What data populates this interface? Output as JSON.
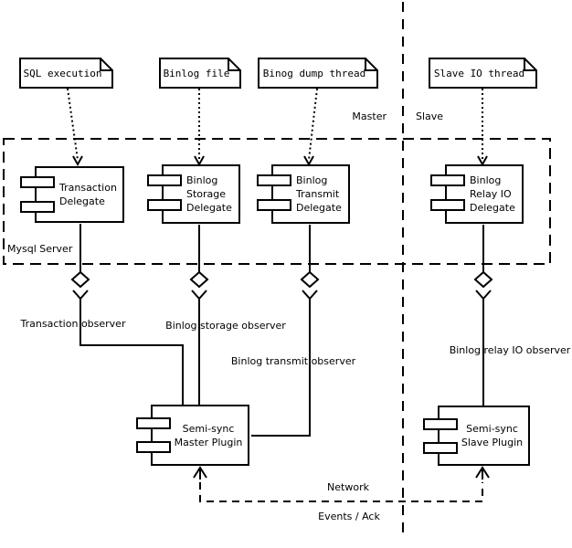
{
  "colors": {
    "ink": "#000000",
    "paper": "#ffffff"
  },
  "notes": [
    {
      "label": "SQL execution"
    },
    {
      "label": "Binlog file"
    },
    {
      "label": "Binog dump thread"
    },
    {
      "label": "Slave IO thread"
    }
  ],
  "sections": {
    "master_label": "Master",
    "slave_label": "Slave",
    "server_label": "Mysql Server"
  },
  "components": [
    {
      "label": "Transaction\nDelegate"
    },
    {
      "label": "Binlog\nStorage\nDelegate"
    },
    {
      "label": "Binlog\nTransmit\nDelegate"
    },
    {
      "label": "Binlog\nRelay IO\nDelegate"
    },
    {
      "label": "Semi-sync\nMaster Plugin"
    },
    {
      "label": "Semi-sync\nSlave Plugin"
    }
  ],
  "observers": [
    {
      "label": "Transaction observer"
    },
    {
      "label": "Binlog storage observer"
    },
    {
      "label": "Binlog transmit observer"
    },
    {
      "label": "Binlog relay IO observer"
    }
  ],
  "network": {
    "label": "Network",
    "events_label": "Events / Ack"
  }
}
